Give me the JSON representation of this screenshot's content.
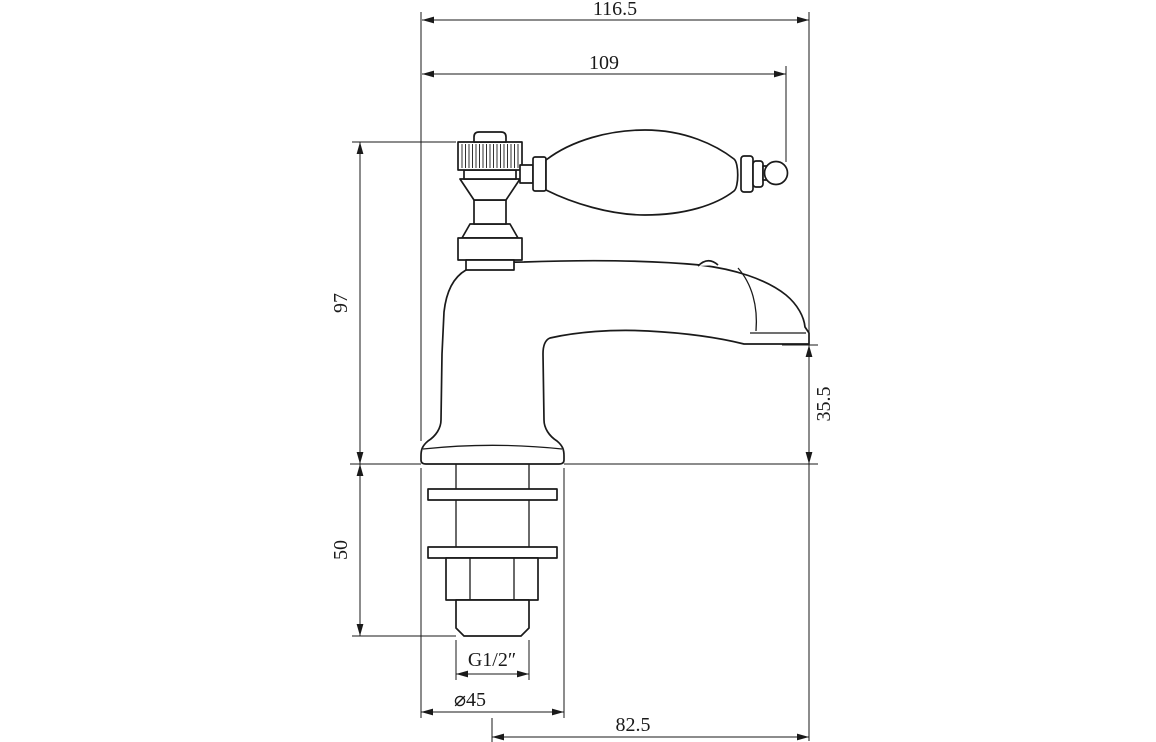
{
  "page": {
    "background": "#ffffff",
    "line_color": "#1a1a1a"
  },
  "drawing": {
    "kind": "technical-dimension-drawing",
    "subject": "Traditional pillar basin tap, side elevation",
    "units": "mm",
    "dimensions": {
      "overall_width": "116.5",
      "width_to_lever_tip": "109",
      "height_above_deck": "97",
      "tail_length": "50",
      "spout_outlet_height": "35.5",
      "thread_size": "G1/2″",
      "base_diameter": "⌀45",
      "spout_reach": "82.5"
    }
  }
}
